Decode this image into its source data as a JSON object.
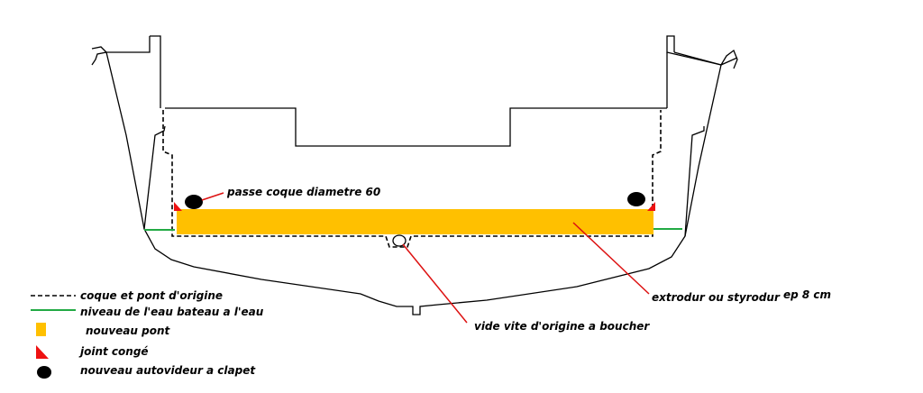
{
  "colors": {
    "outline": "#000000",
    "water": "#22aa44",
    "new_deck": "#ffc000",
    "fillet": "#ee1111",
    "leader": "#dd1111",
    "bailer": "#000000"
  },
  "annotations": {
    "through_hull": "passe coque diametre 60",
    "foam": "extrodur ou styrodur",
    "foam_thickness": "ep 8 cm",
    "original_drain": "vide vite d'origine a boucher"
  },
  "legend": [
    {
      "symbol": "dashed-line",
      "label": "coque et pont d'origine"
    },
    {
      "symbol": "green-line",
      "label": "niveau de l'eau bateau a l'eau"
    },
    {
      "symbol": "yellow-square",
      "label": "nouveau pont"
    },
    {
      "symbol": "red-triangle",
      "label": "joint congé"
    },
    {
      "symbol": "black-ellipse",
      "label": "nouveau autovideur a clapet"
    }
  ]
}
